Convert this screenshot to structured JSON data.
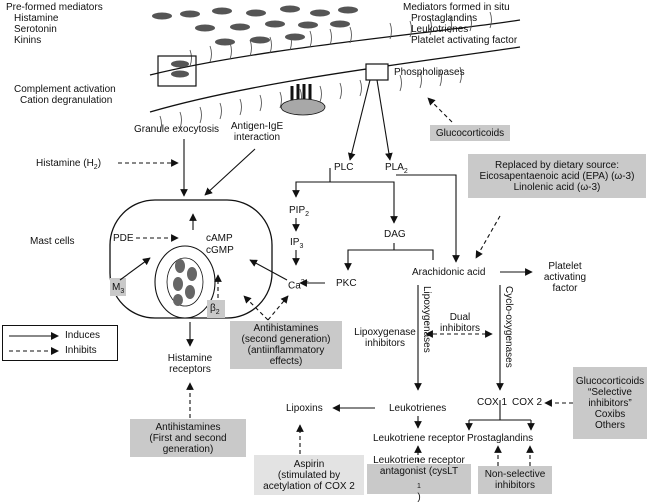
{
  "preformed": {
    "heading": "Pre-formed mediators",
    "items": [
      "Histamine",
      "Serotonin",
      "Kinins"
    ]
  },
  "insitu": {
    "heading": "Mediators formed in situ",
    "items": [
      "Prostaglandins",
      "Leukotrienes",
      "Platelet activating factor"
    ]
  },
  "complement": {
    "line1": "Complement activation",
    "line2": "Cation degranulation"
  },
  "phospholipases": "Phospholipases",
  "granule_exocytosis": "Granule exocytosis",
  "antigen_ige": {
    "line1": "Antigen-IgE",
    "line2": "interaction"
  },
  "glucocorticoids_top": "Glucocorticoids",
  "histamine_h2": {
    "main": "Histamine (H",
    "sub": "2",
    "tail": ")"
  },
  "plc": "PLC",
  "pla2": {
    "main": "PLA",
    "sub": "2"
  },
  "dietary_box": {
    "line1": "Replaced by dietary source:",
    "line2": "Eicosapentaenoic acid (EPA) (ω-3)",
    "line3": "Linolenic acid (ω-3)"
  },
  "pip2": {
    "main": "PIP",
    "sub": "2"
  },
  "ip3": {
    "main": "IP",
    "sub": "3"
  },
  "dag": "DAG",
  "mast_cells": "Mast cells",
  "pde": "PDE",
  "camp": "cAMP",
  "cgmp": "cGMP",
  "m3": {
    "main": "M",
    "sub": "3"
  },
  "beta2": {
    "main": "β",
    "sub": "2"
  },
  "ca": {
    "main": "Ca",
    "sup": "2+"
  },
  "pkc": "PKC",
  "arachidonic": "Arachidonic acid",
  "paf": {
    "line1": "Platelet",
    "line2": "activating",
    "line3": "factor"
  },
  "lipoxygenases": "Lipoxygenases",
  "cyclooxygenases": "Cyclo-oxygenases",
  "dual_inhibitors": {
    "line1": "Dual",
    "line2": "inhibitors"
  },
  "lipoxygenase_inhibitors": {
    "line1": "Lipoxygenase",
    "line2": "inhibitors"
  },
  "legend": {
    "induces": "Induces",
    "inhibits": "Inhibits"
  },
  "antihistamines_second": {
    "line1": "Antihistamines",
    "line2": "(second generation)",
    "line3": "(antiinflammatory",
    "line4": "effects)"
  },
  "histamine_receptors": {
    "line1": "Histamine",
    "line2": "receptors"
  },
  "glucocorticoids_box": {
    "line1": "Glucocorticoids",
    "line2": "“Selective",
    "line3": "inhibitors”",
    "line4": "Coxibs",
    "line5": "Others"
  },
  "lipoxins": "Lipoxins",
  "leukotrienes": "Leukotrienes",
  "cox1": "COX 1",
  "cox2": "COX 2",
  "leukotriene_receptor": "Leukotriene receptor",
  "prostaglandins": "Prostaglandins",
  "antihistamines_first": {
    "line1": "Antihistamines",
    "line2": "(First and second",
    "line3": "generation)"
  },
  "aspirin": {
    "line1": "Aspirin",
    "line2": "(stimulated by",
    "line3": "acetylation of COX 2"
  },
  "lt_antagonist": {
    "line1": "Leukotriene receptor",
    "line2": "antagonist (cysLT",
    "sub": "1",
    "tail": ")"
  },
  "nonselective": {
    "line1": "Non-selective",
    "line2": "inhibitors"
  }
}
